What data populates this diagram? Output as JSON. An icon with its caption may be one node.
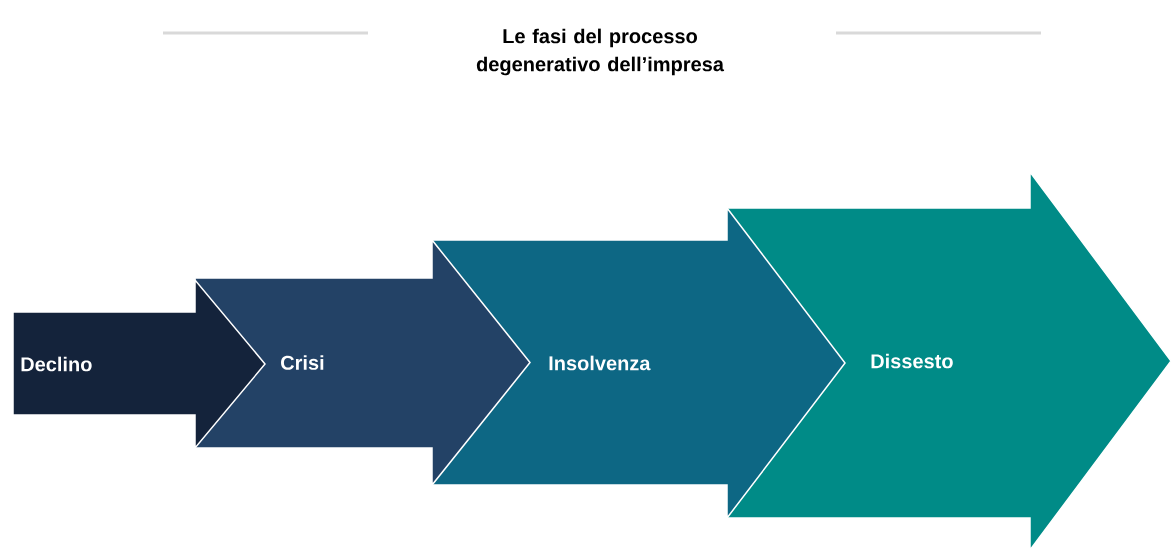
{
  "diagram": {
    "title": "Le fasi del processo degenerativo dell’impresa",
    "nodes": [
      {
        "text": [
          "Declino"
        ]
      },
      {
        "text": [
          "Crisi"
        ]
      },
      {
        "text": [
          "Insolvenza"
        ]
      },
      {
        "text": [
          "Dissesto"
        ]
      }
    ]
  }
}
